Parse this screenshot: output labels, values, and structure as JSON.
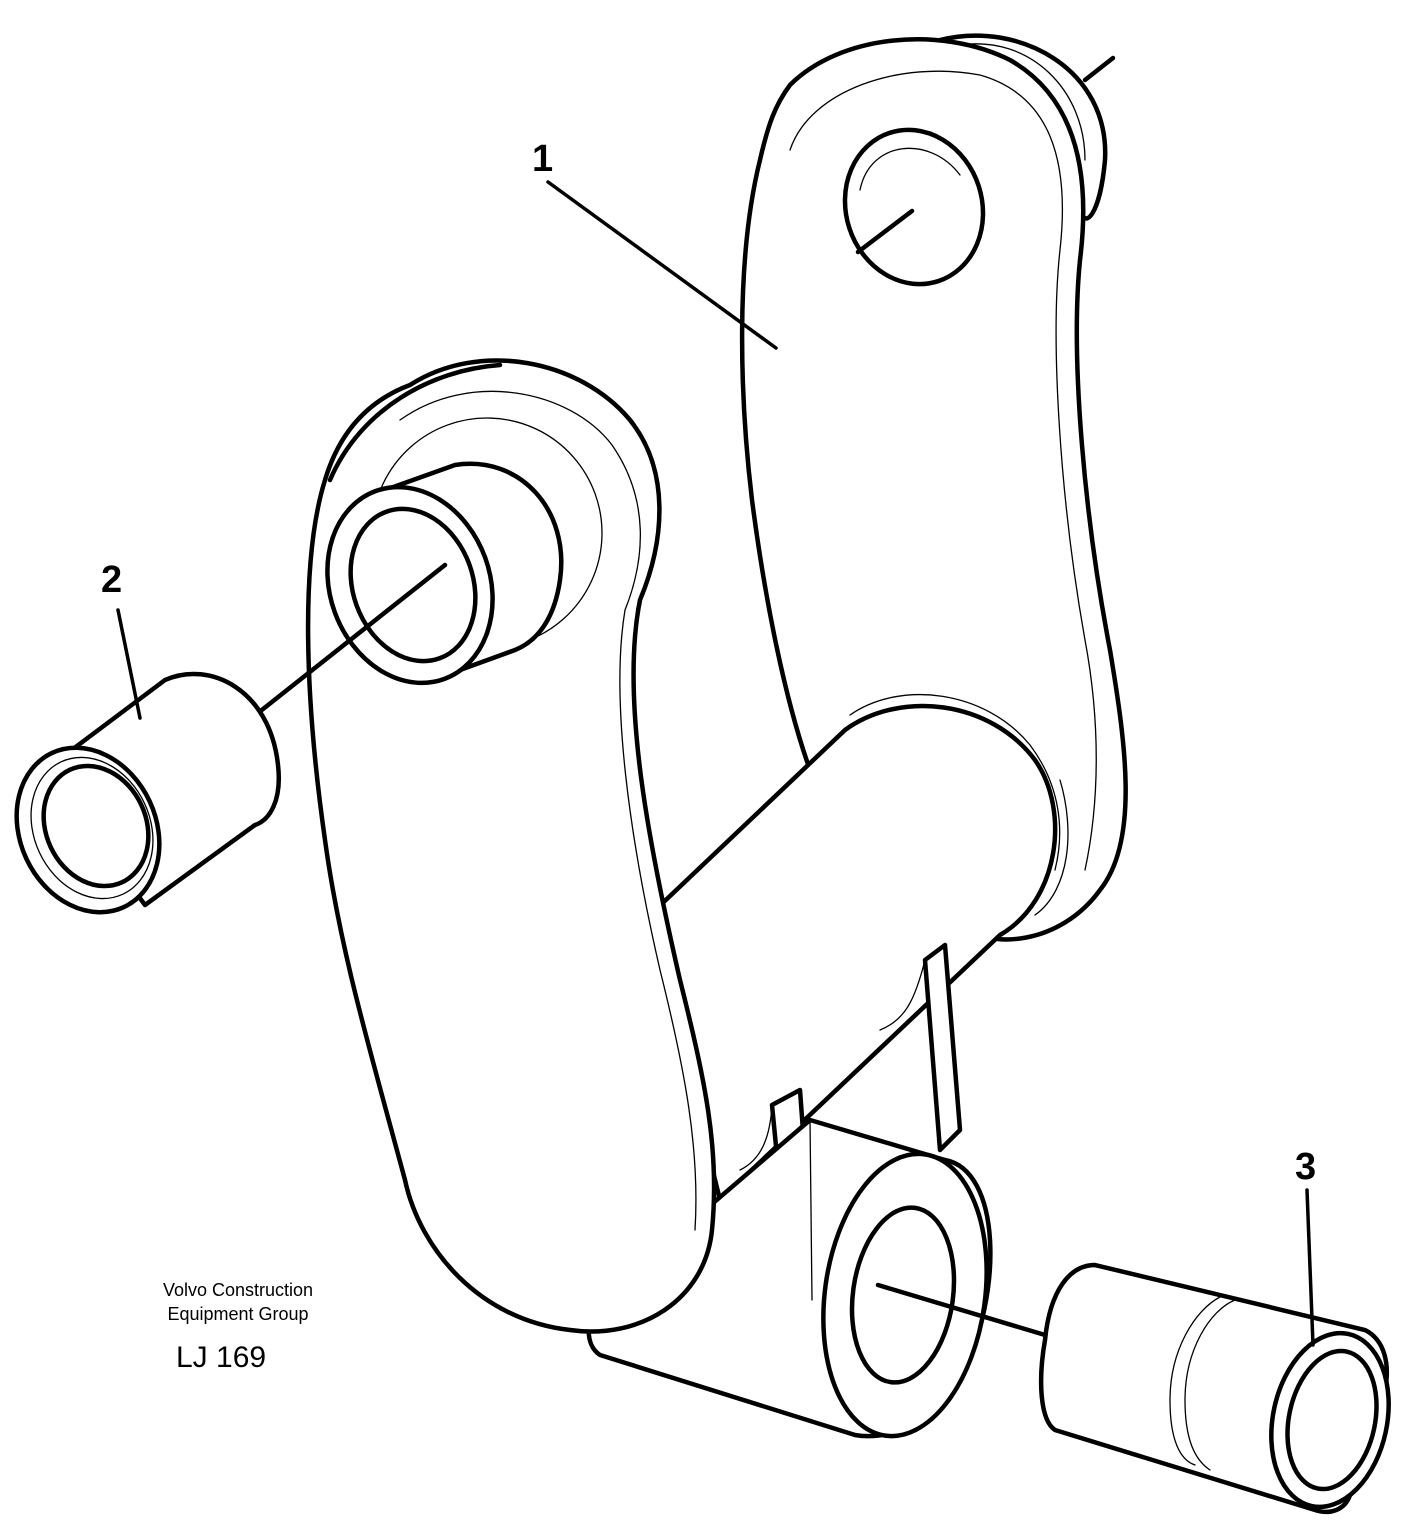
{
  "callouts": {
    "part_1": "1",
    "part_2": "2",
    "part_3": "3"
  },
  "caption": {
    "company_line_1": "Volvo Construction",
    "company_line_2": "Equipment Group",
    "figure_code": "LJ 169"
  },
  "colors": {
    "ink": "#000000",
    "paper": "#ffffff"
  }
}
